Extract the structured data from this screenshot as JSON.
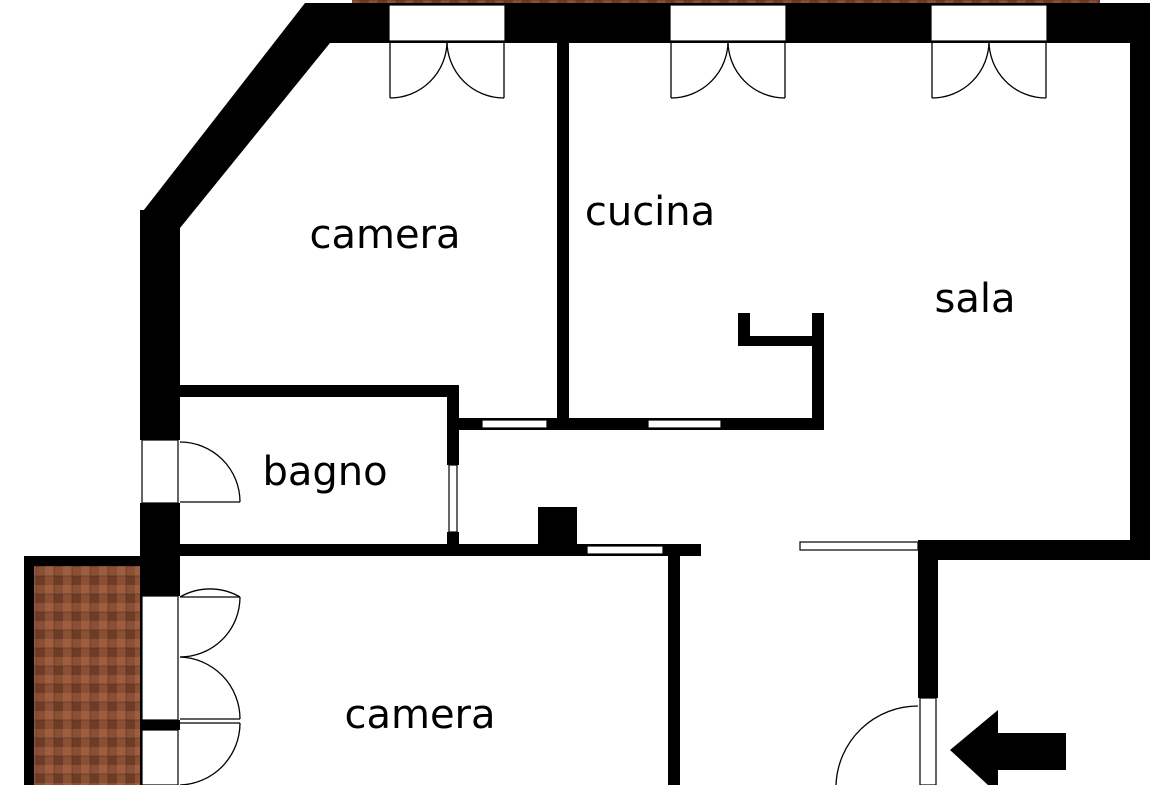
{
  "rooms": {
    "camera_top": "camera",
    "cucina": "cucina",
    "sala": "sala",
    "bagno": "bagno",
    "camera_bottom": "camera"
  },
  "icons": {
    "entrance": "entrance-arrow-icon"
  },
  "colors": {
    "wall": "#000000",
    "floor": "#ffffff",
    "terrace_tile": "#8a4f35",
    "terrace_tile_dark": "#6e3b27",
    "terrace_tile_light": "#9c5d41"
  }
}
